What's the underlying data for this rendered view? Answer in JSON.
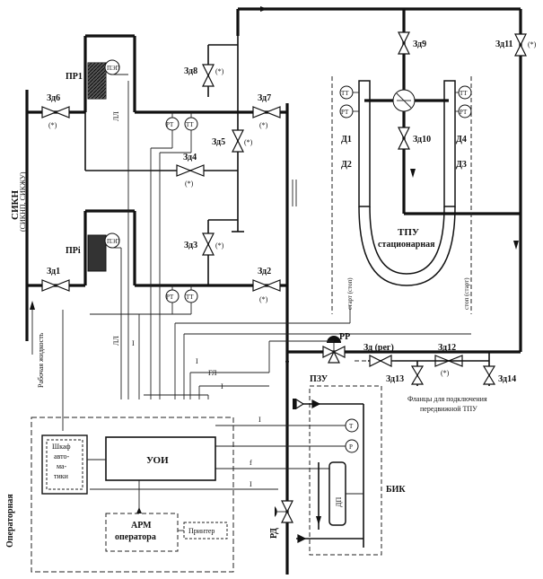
{
  "labels": {
    "zd1": "Зд1",
    "zd2": "Зд2",
    "zd3": "Зд3",
    "zd4": "Зд4",
    "zd5": "Зд5",
    "zd6": "Зд6",
    "zd7": "Зд7",
    "zd8": "Зд8",
    "zd9": "Зд9",
    "zd10": "Зд10",
    "zd11": "Зд11",
    "zd12": "Зд12",
    "zd13": "Зд13",
    "zd14": "Зд14",
    "zd_reg": "Зд (рег)",
    "star": "(*)",
    "pr1": "ПР1",
    "pri": "ПРi",
    "pp": "РР",
    "pzu": "ПЗУ",
    "rd": "РД",
    "d1": "Д1",
    "d2": "Д2",
    "d3": "Д3",
    "d4": "Д4",
    "pt": "РТ",
    "tt": "ТТ",
    "p": "Р",
    "t": "Т",
    "tpu_title": "ТПУ",
    "tpu_subtitle": "стационарная",
    "sikn_title": "СИКН",
    "sikn_subtitle": "(СИКНП, СИКЖУ)",
    "working_fluid": "Рабочая жидкость",
    "uoi": "УОИ",
    "cabinet": [
      "Шкаф",
      "авто-",
      "ма-",
      "тики"
    ],
    "arm": [
      "АРМ",
      "оператора"
    ],
    "printer": "Принтер",
    "operator_room": "Операторная",
    "bik": "БИК",
    "dp": "ДП",
    "flanges": [
      "Фланцы для подключения",
      "передвижной ТПУ"
    ],
    "sig_f": "f",
    "sig_i": "I",
    "sig_ll": "ЛЛ",
    "sig_gl": "ГЛ",
    "sig_f_cap": "Г",
    "start_stop": "старт (стоп)",
    "stop_start": "стоп (старт)",
    "pu": "ПЭП"
  }
}
